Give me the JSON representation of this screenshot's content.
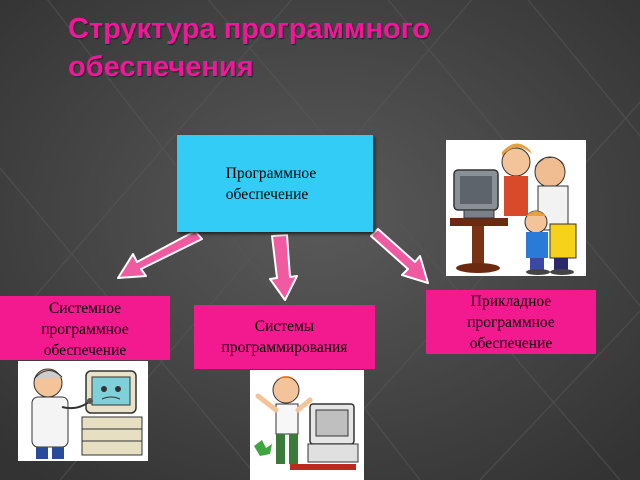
{
  "slide": {
    "title_lines": [
      "Структура программного",
      "обеспечения"
    ]
  },
  "diagram": {
    "root": {
      "lines": [
        "Программное",
        "обеспечение"
      ]
    },
    "children": [
      {
        "id": "system",
        "lines": [
          "Системное",
          "программное",
          "обеспечение"
        ]
      },
      {
        "id": "programming",
        "lines": [
          "Системы",
          "программирования"
        ]
      },
      {
        "id": "application",
        "lines": [
          "Прикладное",
          "программное",
          "обеспечение"
        ]
      }
    ]
  },
  "colors": {
    "title": "#f2169a",
    "root_box": "#33ccf6",
    "child_box": "#f21a8e",
    "arrow": "#f05aa0"
  },
  "images": [
    {
      "name": "doctor-computer-clipart"
    },
    {
      "name": "man-computer-clipart"
    },
    {
      "name": "group-computer-clipart"
    }
  ]
}
